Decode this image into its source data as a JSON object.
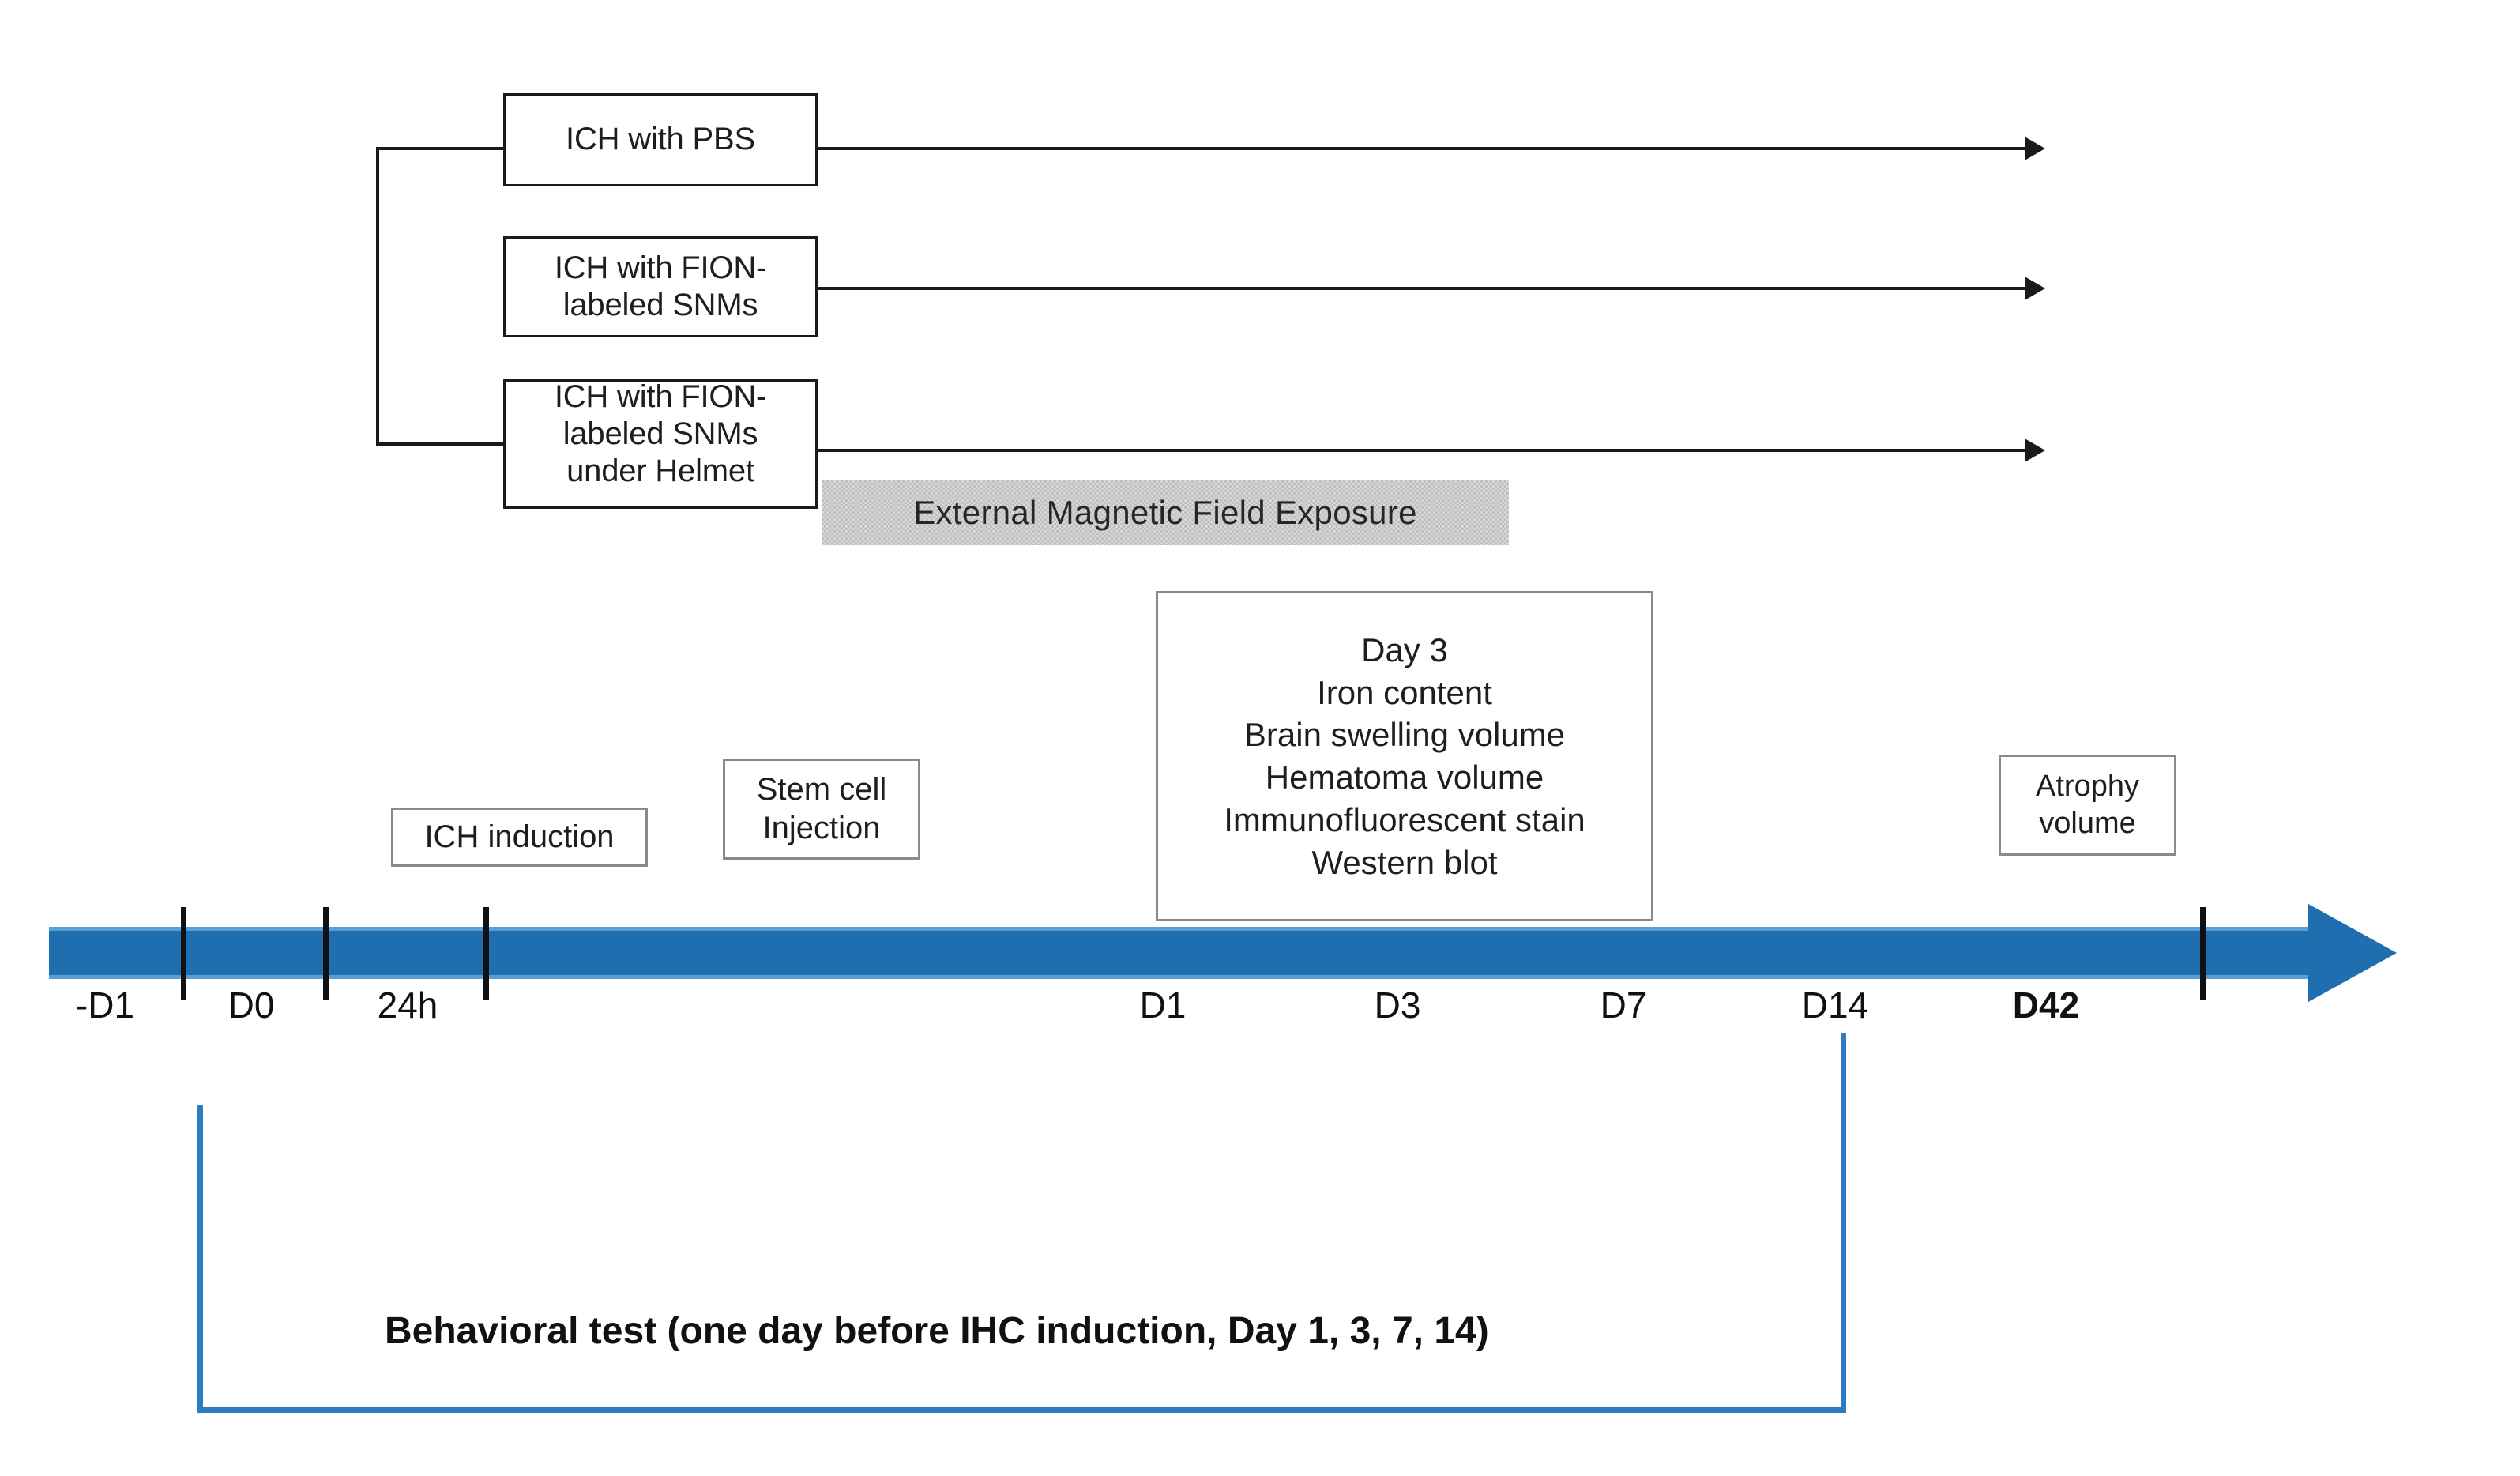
{
  "figure": {
    "type": "experimental-timeline-diagram",
    "accent_blue": "#1f6fb0",
    "bracket_blue": "#2b7cc0",
    "magnetic_bar_gray": "#c0c0c0",
    "line_black": "#1a1a1a"
  },
  "groups": [
    {
      "id": "pbs",
      "lines": [
        "ICH with PBS"
      ]
    },
    {
      "id": "fion-snm",
      "lines": [
        "ICH with FION-",
        "labeled SNMs"
      ]
    },
    {
      "id": "fion-snm-helmet",
      "lines": [
        "ICH with FION-",
        "labeled SNMs",
        "under Helmet"
      ]
    }
  ],
  "magnetic_exposure": {
    "label": "External Magnetic Field Exposure"
  },
  "events": {
    "ich_induction": {
      "lines": [
        "ICH induction"
      ]
    },
    "stem_cell": {
      "lines": [
        "Stem cell",
        "Injection"
      ]
    },
    "day3": {
      "lines": [
        "Day 3",
        "Iron content",
        "Brain swelling volume",
        "Hematoma volume",
        "Immunofluorescent  stain",
        "Western blot"
      ]
    },
    "atrophy": {
      "lines": [
        "Atrophy",
        "volume"
      ]
    }
  },
  "timeline": {
    "ticks": [
      {
        "label": "-D1",
        "bold": false
      },
      {
        "label": "D0",
        "bold": false
      },
      {
        "label": "24h",
        "bold": false
      },
      {
        "label": "D1",
        "bold": false
      },
      {
        "label": "D3",
        "bold": false
      },
      {
        "label": "D7",
        "bold": false
      },
      {
        "label": "D14",
        "bold": false
      },
      {
        "label": "D42",
        "bold": true
      }
    ]
  },
  "behavioral": {
    "label": "Behavioral test (one day before IHC induction, Day 1, 3, 7, 14)"
  }
}
